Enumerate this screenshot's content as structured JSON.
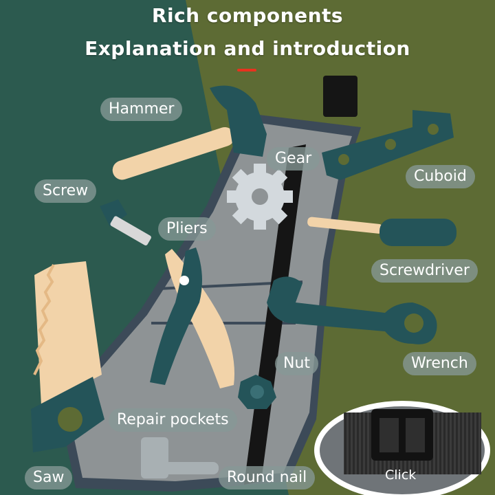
{
  "headline": {
    "line1": "Rich components",
    "line2": "Explanation and introduction",
    "accent_color": "#e8321e"
  },
  "labels": {
    "hammer": "Hammer",
    "gear": "Gear",
    "cuboid": "Cuboid",
    "screw": "Screw",
    "pliers": "Pliers",
    "screwdriver": "Screwdriver",
    "nut": "Nut",
    "wrench": "Wrench",
    "repair_pockets": "Repair pockets",
    "saw": "Saw",
    "round_nail": "Round nail",
    "click": "Click"
  },
  "colors": {
    "background_left": "#2c5a4f",
    "background_right": "#5d6b34",
    "tool_teal": "#245459",
    "wood": "#f2d3a9",
    "gear_gray": "#d3d9dd",
    "belt_gray": "#8e9395",
    "strap_black": "#151515"
  }
}
